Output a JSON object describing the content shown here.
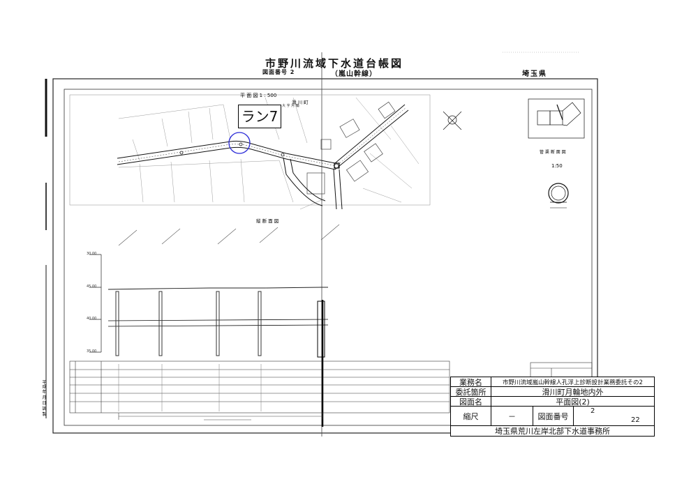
{
  "header": {
    "title": "市野川流域下水道台帳図",
    "sheet_no": "図面番号 2",
    "route": "（嵐山幹線）",
    "prefecture": "埼玉県"
  },
  "annotation": {
    "label": "ラン7",
    "marker_color": "#2a2ad8"
  },
  "plan_view": {
    "heading": "平 面 図 1 : 500",
    "town": "滑 川 町",
    "district": "大 字 月 輪"
  },
  "profile_view": {
    "heading": "縦 断 面 図",
    "elevations": [
      "30.00",
      "45.00",
      "40.00",
      "35.00"
    ],
    "left_note": "平成 年 月 日 調 製"
  },
  "section_view": {
    "heading": "管 渠 断 面 図",
    "scale": "1:50"
  },
  "title_block": {
    "rows": [
      {
        "label": "業務名",
        "value": "市野川流域嵐山幹線人孔浮上診断設計業務委託その2"
      },
      {
        "label": "委託箇所",
        "value": "滑川町月輪地内外"
      },
      {
        "label": "図面名",
        "value": "平面図(2)"
      }
    ],
    "scale_label": "縮尺",
    "scale_value": "－",
    "drawing_no_label": "図面番号",
    "drawing_no_top": "2",
    "drawing_no_bottom": "22",
    "office": "埼玉県荒川左岸北部下水道事務所"
  }
}
